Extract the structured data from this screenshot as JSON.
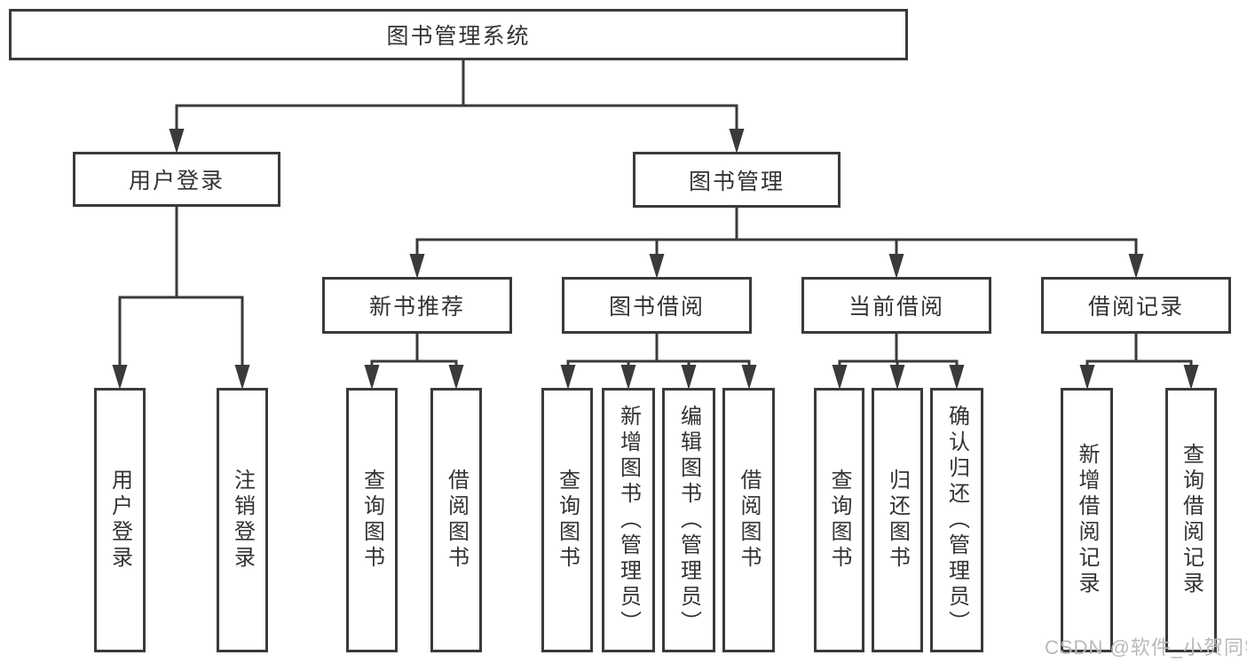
{
  "diagram": {
    "root": "图书管理系统",
    "branches": [
      {
        "label": "用户登录",
        "children": [
          "用户登录",
          "注销登录"
        ]
      },
      {
        "label": "图书管理",
        "children": [
          {
            "label": "新书推荐",
            "children": [
              "查询图书",
              "借阅图书"
            ]
          },
          {
            "label": "图书借阅",
            "children": [
              "查询图书",
              "新增图书（管理员）",
              "编辑图书（管理员）",
              "借阅图书"
            ]
          },
          {
            "label": "当前借阅",
            "children": [
              "查询图书",
              "归还图书",
              "确认归还（管理员）"
            ]
          },
          {
            "label": "借阅记录",
            "children": [
              "新增借阅记录",
              "查询借阅记录"
            ]
          }
        ]
      }
    ]
  },
  "watermark": {
    "text": "CSDN @软件_小贺同学"
  },
  "colors": {
    "line": "#3a3a3a",
    "text": "#333333",
    "watermark": "#b9b9b9",
    "background": "#ffffff"
  }
}
